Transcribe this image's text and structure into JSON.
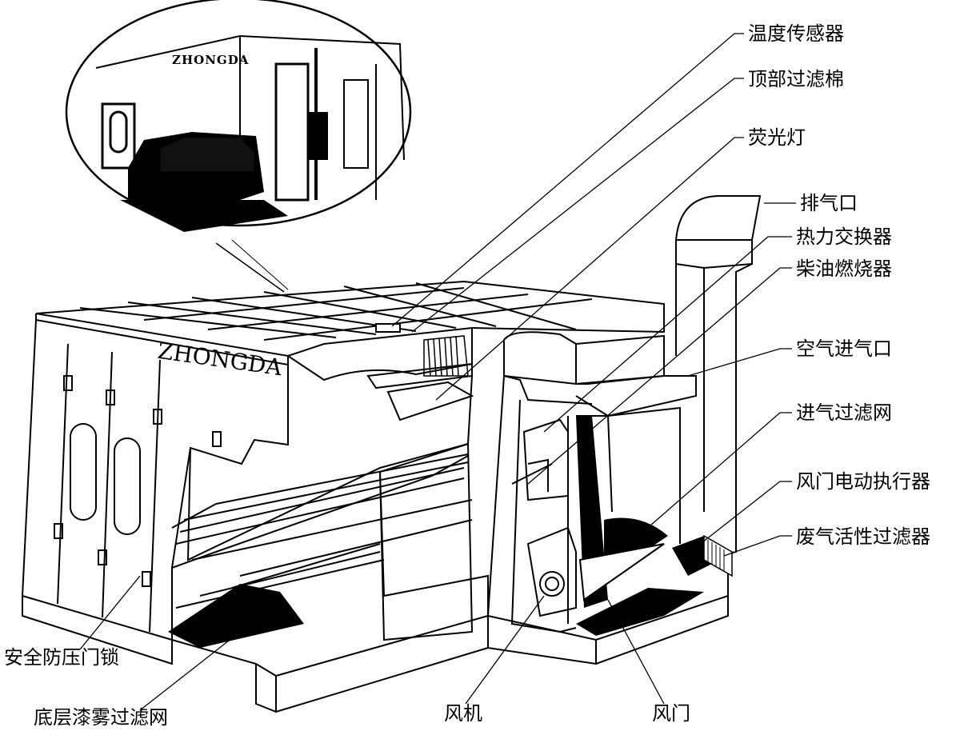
{
  "brand": {
    "booth_logo": "ZHONGDA",
    "photo_logo": "ZHONGDA"
  },
  "labels": {
    "temperature_sensor": "温度传感器",
    "top_filter_cotton": "顶部过滤棉",
    "fluorescent_lamp": "荧光灯",
    "exhaust_outlet": "排气口",
    "heat_exchanger": "热力交换器",
    "diesel_burner": "柴油燃烧器",
    "air_inlet": "空气进气口",
    "intake_filter": "进气过滤网",
    "damper_actuator": "风门电动执行器",
    "exhaust_carbon_filter": "废气活性过滤器",
    "safety_door_lock": "安全防压门锁",
    "floor_mist_filter": "底层漆雾过滤网",
    "fan": "风机",
    "damper": "风门"
  },
  "colors": {
    "ink": "#000000",
    "paper": "#ffffff"
  }
}
